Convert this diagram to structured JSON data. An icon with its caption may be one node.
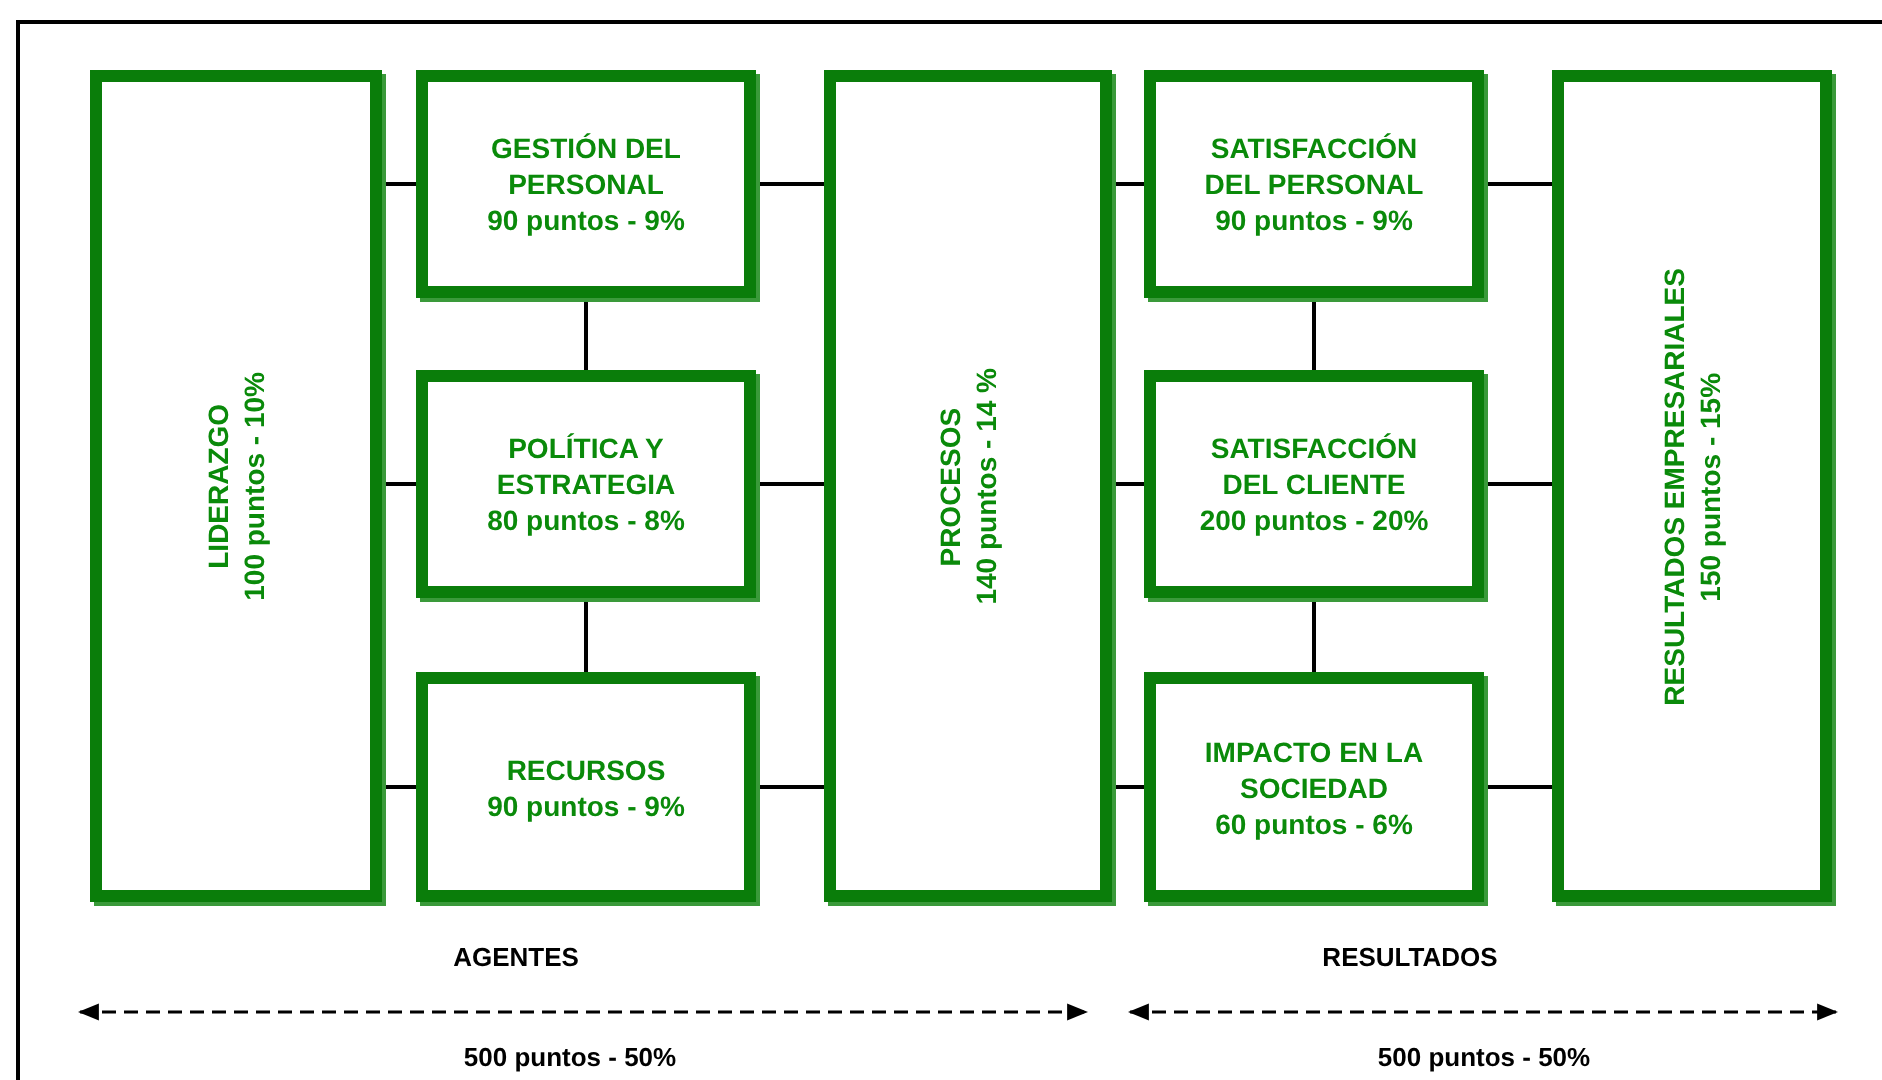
{
  "diagram": {
    "nodes": [
      {
        "text": [
          "LIDERAZGO",
          "100 puntos - 10%"
        ]
      },
      {
        "text": [
          "GESTIÓN DEL PERSONAL",
          "90 puntos - 9%"
        ]
      },
      {
        "text": [
          "POLÍTICA Y ESTRATEGIA",
          "80 puntos - 8%"
        ]
      },
      {
        "text": [
          "RECURSOS",
          "90 puntos - 9%"
        ]
      },
      {
        "text": [
          "PROCESOS",
          "140 puntos - 14 %"
        ]
      },
      {
        "text": [
          "SATISFACCIÓN DEL PERSONAL",
          "90 puntos - 9%"
        ]
      },
      {
        "text": [
          "SATISFACCIÓN DEL CLIENTE",
          "200 puntos - 20%"
        ]
      },
      {
        "text": [
          "IMPACTO EN LA SOCIEDAD",
          "60 puntos - 6%"
        ]
      },
      {
        "text": [
          "RESULTADOS EMPRESARIALES",
          "150 puntos - 15%"
        ]
      }
    ],
    "edges": [
      {
        "from": 0,
        "to": 1,
        "arrow": "none"
      },
      {
        "from": 0,
        "to": 2,
        "arrow": "none"
      },
      {
        "from": 0,
        "to": 3,
        "arrow": "none"
      },
      {
        "from": 1,
        "to": 2,
        "arrow": "none"
      },
      {
        "from": 2,
        "to": 3,
        "arrow": "none"
      },
      {
        "from": 1,
        "to": 4,
        "arrow": "none"
      },
      {
        "from": 2,
        "to": 4,
        "arrow": "none"
      },
      {
        "from": 3,
        "to": 4,
        "arrow": "none"
      },
      {
        "from": 4,
        "to": 5,
        "arrow": "none"
      },
      {
        "from": 4,
        "to": 6,
        "arrow": "none"
      },
      {
        "from": 4,
        "to": 7,
        "arrow": "none"
      },
      {
        "from": 5,
        "to": 6,
        "arrow": "none"
      },
      {
        "from": 6,
        "to": 7,
        "arrow": "none"
      },
      {
        "from": 5,
        "to": 8,
        "arrow": "none"
      },
      {
        "from": 6,
        "to": 8,
        "arrow": "none"
      },
      {
        "from": 7,
        "to": 8,
        "arrow": "none"
      }
    ],
    "labels": [
      "AGENTES",
      "RESULTADOS",
      "500 puntos - 50%",
      "500 puntos - 50%"
    ]
  }
}
